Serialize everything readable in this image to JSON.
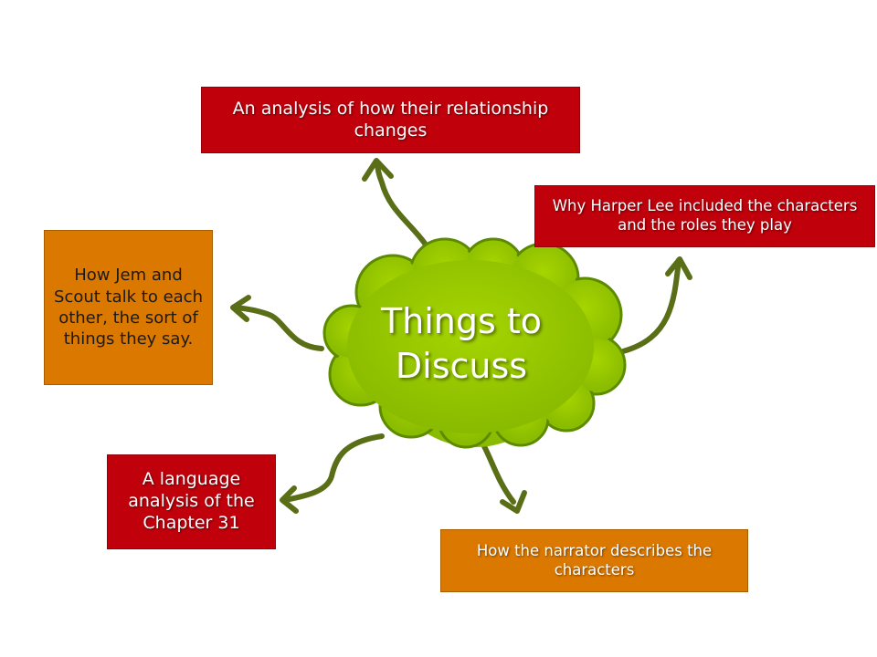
{
  "center": {
    "title": "Things to Discuss"
  },
  "boxes": {
    "top": {
      "text": "An analysis of how their relationship changes"
    },
    "right": {
      "text": "Why Harper Lee included the characters and the roles they play"
    },
    "left": {
      "text": "How Jem and Scout talk to each other, the sort of things they say."
    },
    "bottom_left": {
      "text": "A language analysis of the Chapter 31"
    },
    "bottom_right": {
      "text": "How the narrator describes the characters"
    }
  },
  "colors": {
    "red_box": "#c0000b",
    "orange_box": "#db7800",
    "cloud_fill": "#8dc200",
    "cloud_border": "#5c8a00",
    "arrow": "#5a6e18"
  }
}
